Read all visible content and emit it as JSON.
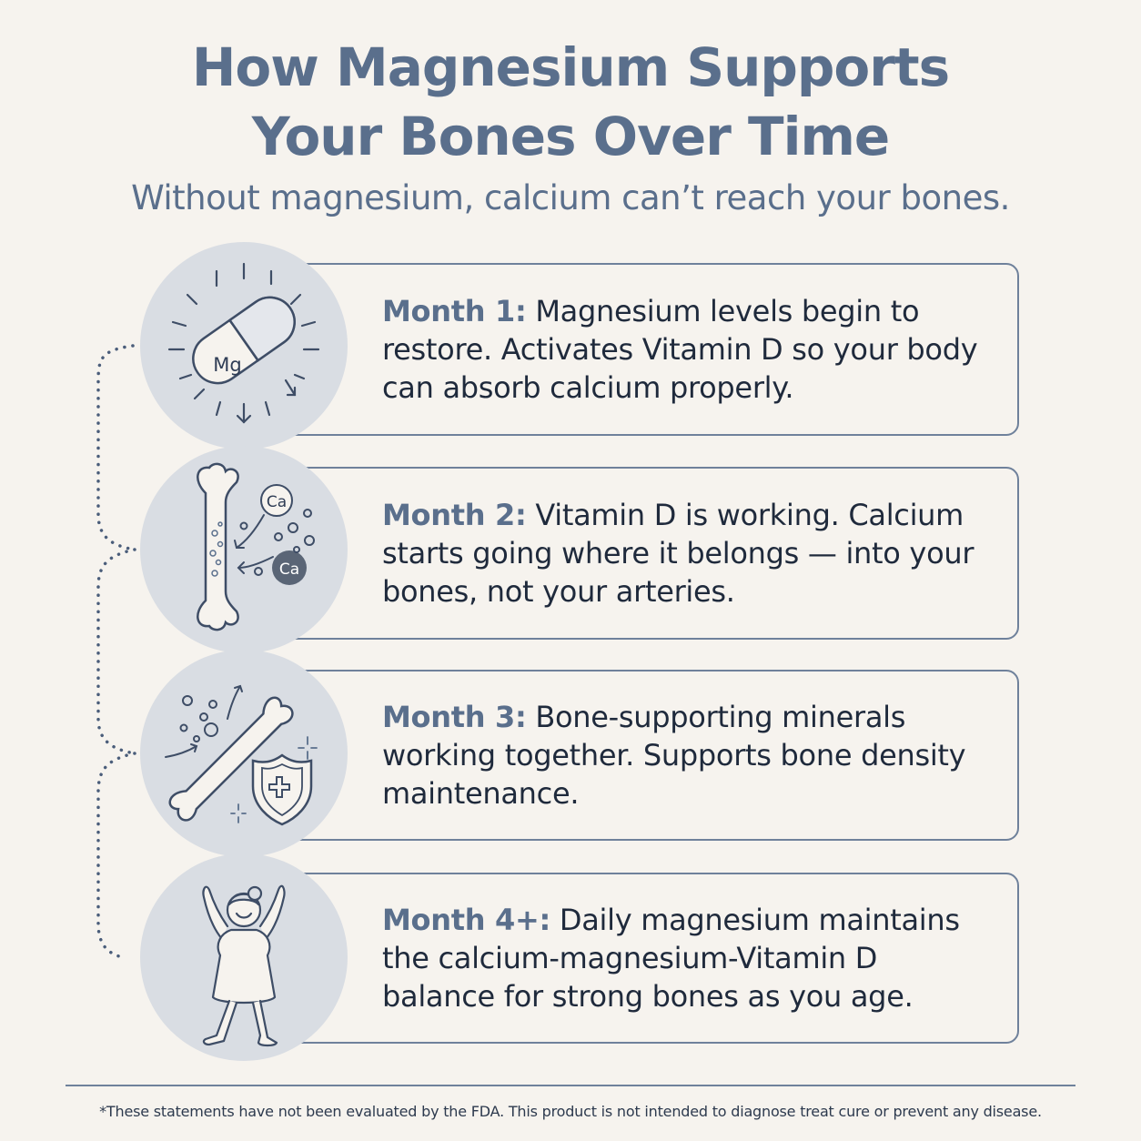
{
  "header": {
    "title_line1": "How Magnesium Supports",
    "title_line2": "Your Bones Over Time",
    "subtitle": "Without magnesium, calcium can’t reach your bones."
  },
  "steps": [
    {
      "label": "Month 1:",
      "text": " Magnesium levels begin to restore. Activates Vitamin D so your body can absorb calcium properly.",
      "icon": "magnesium-capsule-icon",
      "icon_text": "Mg"
    },
    {
      "label": "Month 2:",
      "text": " Vitamin D is working. Calcium starts going where it belongs — into your bones, not your arteries.",
      "icon": "bone-calcium-icon",
      "icon_text_1": "Ca",
      "icon_text_2": "Ca"
    },
    {
      "label": "Month 3:",
      "text": " Bone-supporting minerals working together. Supports bone density maintenance.",
      "icon": "bone-shield-icon"
    },
    {
      "label": "Month 4+:",
      "text": " Daily magnesium maintains the calcium-magnesium-Vitamin D balance for strong bones as you age.",
      "icon": "happy-woman-icon"
    }
  ],
  "footer": {
    "disclaimer": "*These statements have not been evaluated by the FDA. This product is not intended to diagnose treat cure or prevent any disease."
  },
  "colors": {
    "background": "#f6f3ee",
    "accent": "#5a6f8c",
    "border": "#6f819b",
    "circle": "#d9dde3",
    "text": "#1f2a3c"
  }
}
